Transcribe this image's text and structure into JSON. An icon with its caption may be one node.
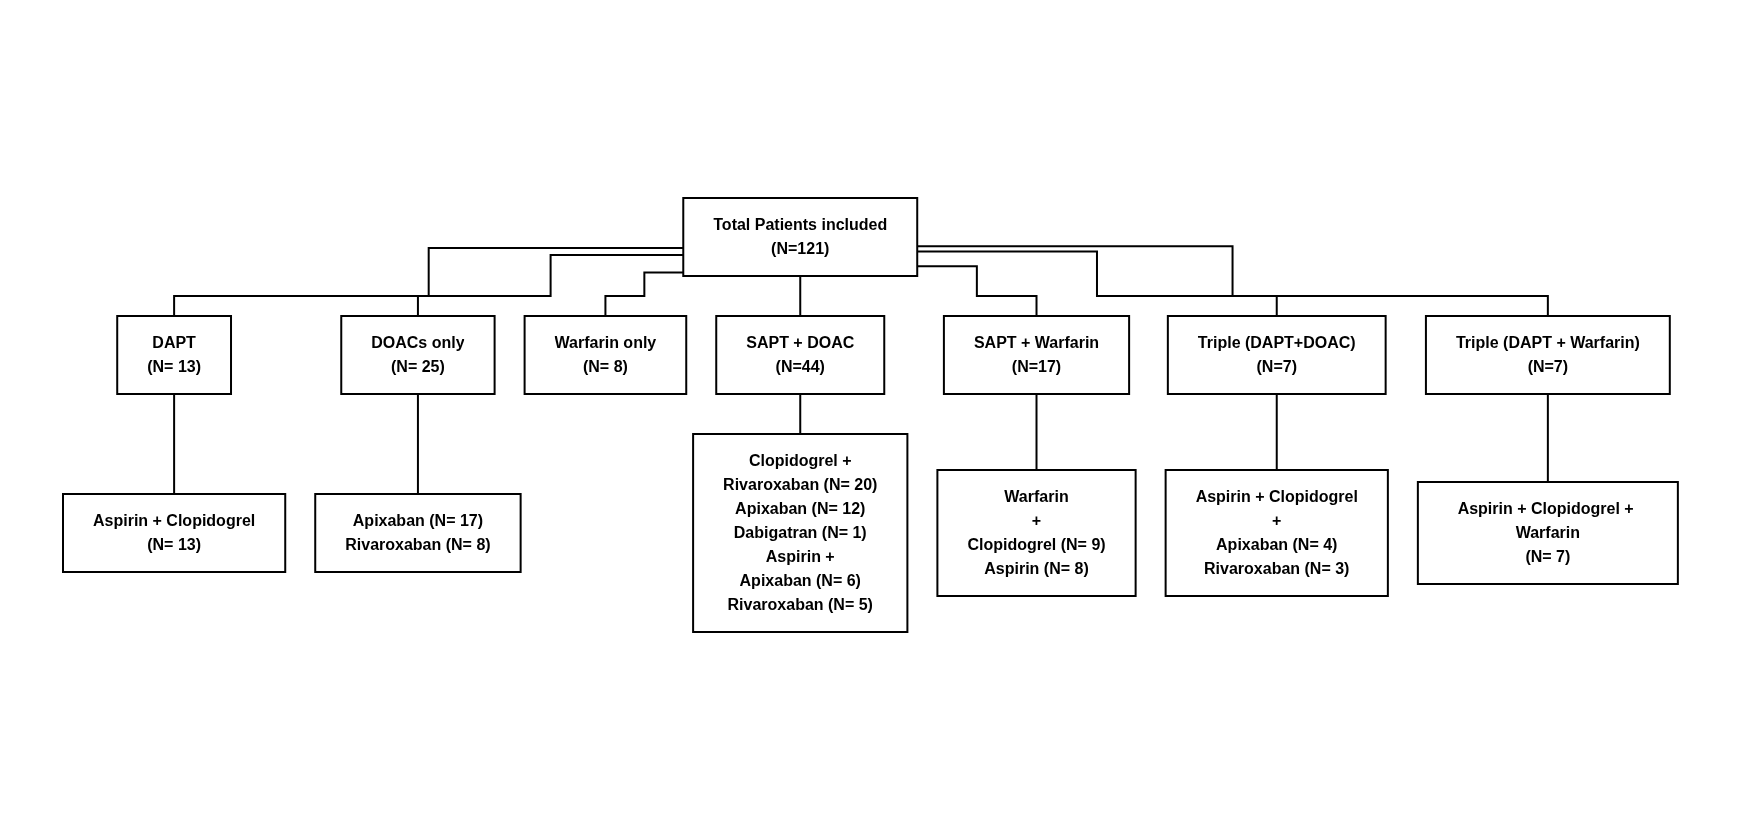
{
  "diagram": {
    "nodes": [
      {
        "text": [
          "Total Patients included",
          "(N=121)"
        ]
      },
      {
        "text": [
          "DAPT",
          "(N= 13)"
        ]
      },
      {
        "text": [
          "DOACs only",
          "(N= 25)"
        ]
      },
      {
        "text": [
          "Warfarin only",
          "(N= 8)"
        ]
      },
      {
        "text": [
          "SAPT + DOAC",
          "(N=44)"
        ]
      },
      {
        "text": [
          "SAPT + Warfarin",
          "(N=17)"
        ]
      },
      {
        "text": [
          "Triple (DAPT+DOAC)",
          "(N=7)"
        ]
      },
      {
        "text": [
          "Triple (DAPT + Warfarin)",
          "(N=7)"
        ]
      },
      {
        "text": [
          "Aspirin + Clopidogrel",
          "(N= 13)"
        ]
      },
      {
        "text": [
          "Apixaban (N= 17)",
          "Rivaroxaban (N= 8)"
        ]
      },
      {
        "text": [
          "Clopidogrel +",
          "Rivaroxaban (N= 20)",
          "Apixaban (N= 12)",
          "Dabigatran (N= 1)",
          "Aspirin +",
          "Apixaban (N= 6)",
          "Rivaroxaban (N= 5)"
        ]
      },
      {
        "text": [
          "Warfarin",
          "+",
          "Clopidogrel (N= 9)",
          "Aspirin (N= 8)"
        ]
      },
      {
        "text": [
          "Aspirin + Clopidogrel",
          "+",
          "Apixaban (N= 4)",
          "Rivaroxaban (N= 3)"
        ]
      },
      {
        "text": [
          "Aspirin + Clopidogrel + Warfarin",
          "(N= 7)"
        ]
      }
    ],
    "edges": [
      {
        "from": 0,
        "to": 1,
        "arrow": "none"
      },
      {
        "from": 0,
        "to": 2,
        "arrow": "none"
      },
      {
        "from": 0,
        "to": 3,
        "arrow": "none"
      },
      {
        "from": 0,
        "to": 4,
        "arrow": "none"
      },
      {
        "from": 0,
        "to": 5,
        "arrow": "none"
      },
      {
        "from": 0,
        "to": 6,
        "arrow": "none"
      },
      {
        "from": 0,
        "to": 7,
        "arrow": "none"
      },
      {
        "from": 1,
        "to": 8,
        "arrow": "none"
      },
      {
        "from": 2,
        "to": 9,
        "arrow": "none"
      },
      {
        "from": 4,
        "to": 10,
        "arrow": "none"
      },
      {
        "from": 5,
        "to": 11,
        "arrow": "none"
      },
      {
        "from": 6,
        "to": 12,
        "arrow": "none"
      },
      {
        "from": 7,
        "to": 13,
        "arrow": "none"
      }
    ]
  }
}
